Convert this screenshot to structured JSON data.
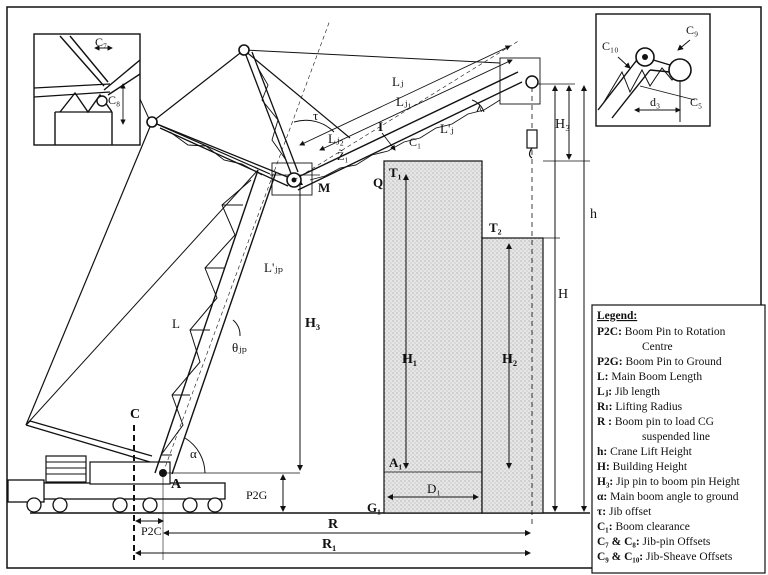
{
  "labels": {
    "C": "C",
    "A": "A",
    "M": "M",
    "Q": "Q",
    "T1": "T₁",
    "T2": "T₂",
    "G1": "G₁",
    "A1": "A₁",
    "D1": "D₁",
    "L": "L",
    "Lj": "Lⱼ",
    "Lj1": "Lⱼ₁",
    "Lj2": "Lⱼ₂",
    "Ljp": "L'ⱼₚ",
    "Lj_prime": "L'ⱼ",
    "tau": "τ",
    "lam": "λ",
    "I": "I",
    "Z1": "Z̃₁",
    "C1": "C₁",
    "H3_mid": "H₃",
    "H3_right": "H₃",
    "H1": "H₁",
    "H2": "H₂",
    "h": "h",
    "H": "H",
    "alpha": "α",
    "theta_jp": "θⱼₚ",
    "P2G": "P2G",
    "P2C": "P2C",
    "R": "R",
    "R1": "R₁",
    "C7": "C₇",
    "C8": "C₈",
    "C9": "C₉",
    "C10": "C₁₀",
    "C5": "C₅",
    "d3": "d₃"
  },
  "legend": {
    "title": "Legend:",
    "items": [
      {
        "key": "P2C",
        "sep": ":",
        "text": "Boom Pin to Rotation",
        "cont": "Centre"
      },
      {
        "key": "P2G",
        "sep": ":",
        "text": "Boom Pin to Ground"
      },
      {
        "key": "L",
        "sep": ":",
        "text": "Main Boom Length"
      },
      {
        "key": "Lⱼ",
        "sep": ":",
        "text": "Jib length"
      },
      {
        "key": "Rₗ",
        "sep": ":",
        "text": "Lifting Radius"
      },
      {
        "key": "R",
        "sep": " :",
        "text": "Boom pin to load CG",
        "cont": "suspended line"
      },
      {
        "key": "h",
        "sep": ":",
        "text": "Crane Lift Height"
      },
      {
        "key": "H",
        "sep": ":",
        "text": "Building Height"
      },
      {
        "key": "H₃",
        "sep": ":",
        "text": "Jip pin to boom pin Height"
      },
      {
        "key": "α",
        "sep": ":",
        "text": "Main boom angle to ground"
      },
      {
        "key": "τ",
        "sep": ":",
        "text": "Jib offset"
      },
      {
        "key": "C₁",
        "sep": ":",
        "text": "Boom clearance"
      },
      {
        "key": "C₇ & C₈",
        "sep": ":",
        "text": "Jib-pin Offsets"
      },
      {
        "key": "C₉ & C₁₀",
        "sep": ":",
        "text": "Jib-Sheave Offsets"
      }
    ]
  }
}
